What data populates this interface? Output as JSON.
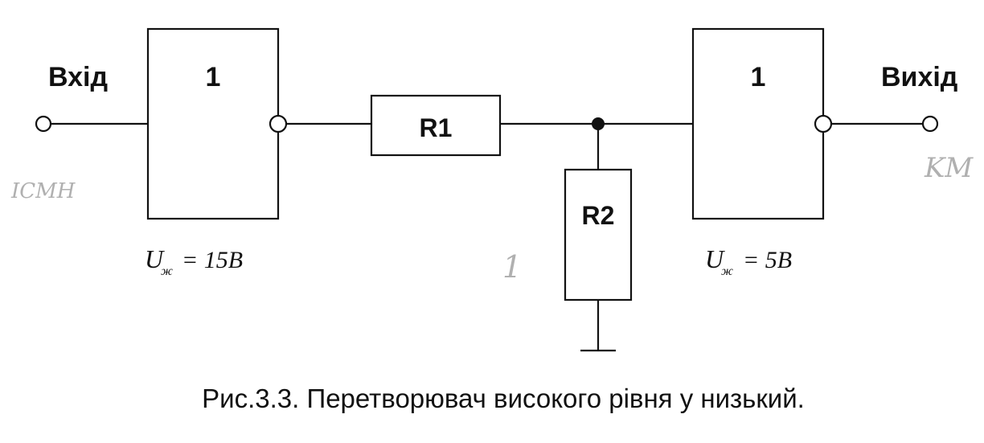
{
  "input_label": "Вхід",
  "output_label": "Вихід",
  "gate_left": {
    "label": "1",
    "supply_var": "U",
    "supply_sub": "ж",
    "supply_value": "= 15B"
  },
  "gate_right": {
    "label": "1",
    "supply_var": "U",
    "supply_sub": "ж",
    "supply_value": "= 5B"
  },
  "resistor_1": "R1",
  "resistor_2": "R2",
  "caption": "Рис.3.3. Перетворювач високого рівня у низький.",
  "handwritten": {
    "left": "ICMH",
    "right": "KM",
    "middle": "1"
  }
}
